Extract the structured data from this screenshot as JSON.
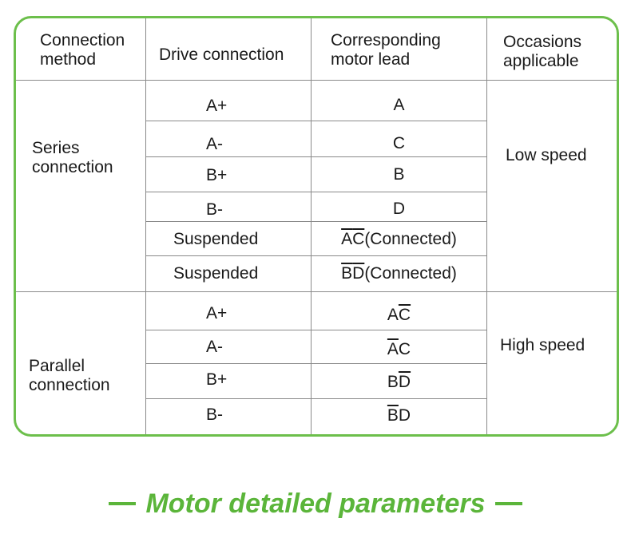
{
  "table": {
    "headers": {
      "method_l1": "Connection",
      "method_l2": "method",
      "drive": "Drive connection",
      "lead_l1": "Corresponding",
      "lead_l2": "motor lead",
      "occ_l1": "Occasions",
      "occ_l2": "applicable"
    },
    "series": {
      "method_l1": "Series",
      "method_l2": "connection",
      "occasion": "Low speed",
      "rows": [
        {
          "drive": "A+",
          "lead": "A"
        },
        {
          "drive": "A-",
          "lead": "C"
        },
        {
          "drive": "B+",
          "lead": "B"
        },
        {
          "drive": "B-",
          "lead": "D"
        },
        {
          "drive": "Suspended",
          "lead_a": "A",
          "lead_b": "C",
          "lead_suffix": "(Connected)"
        },
        {
          "drive": "Suspended",
          "lead_a": "B",
          "lead_b": "D",
          "lead_suffix": "(Connected)"
        }
      ]
    },
    "parallel": {
      "method_l1": "Parallel",
      "method_l2": "connection",
      "occasion": "High speed",
      "rows": [
        {
          "drive": "A+",
          "lead_a": "A",
          "lead_b": "C"
        },
        {
          "drive": "A-",
          "lead_a": "A",
          "lead_b": "C"
        },
        {
          "drive": "B+",
          "lead_a": "B",
          "lead_b": "D"
        },
        {
          "drive": "B-",
          "lead_a": "B",
          "lead_b": "D"
        }
      ]
    }
  },
  "caption": "Motor detailed parameters",
  "colors": {
    "accent": "#6cbf4b",
    "caption": "#5bb53a",
    "grid": "#8a8a8a",
    "text": "#1a1a1a"
  }
}
